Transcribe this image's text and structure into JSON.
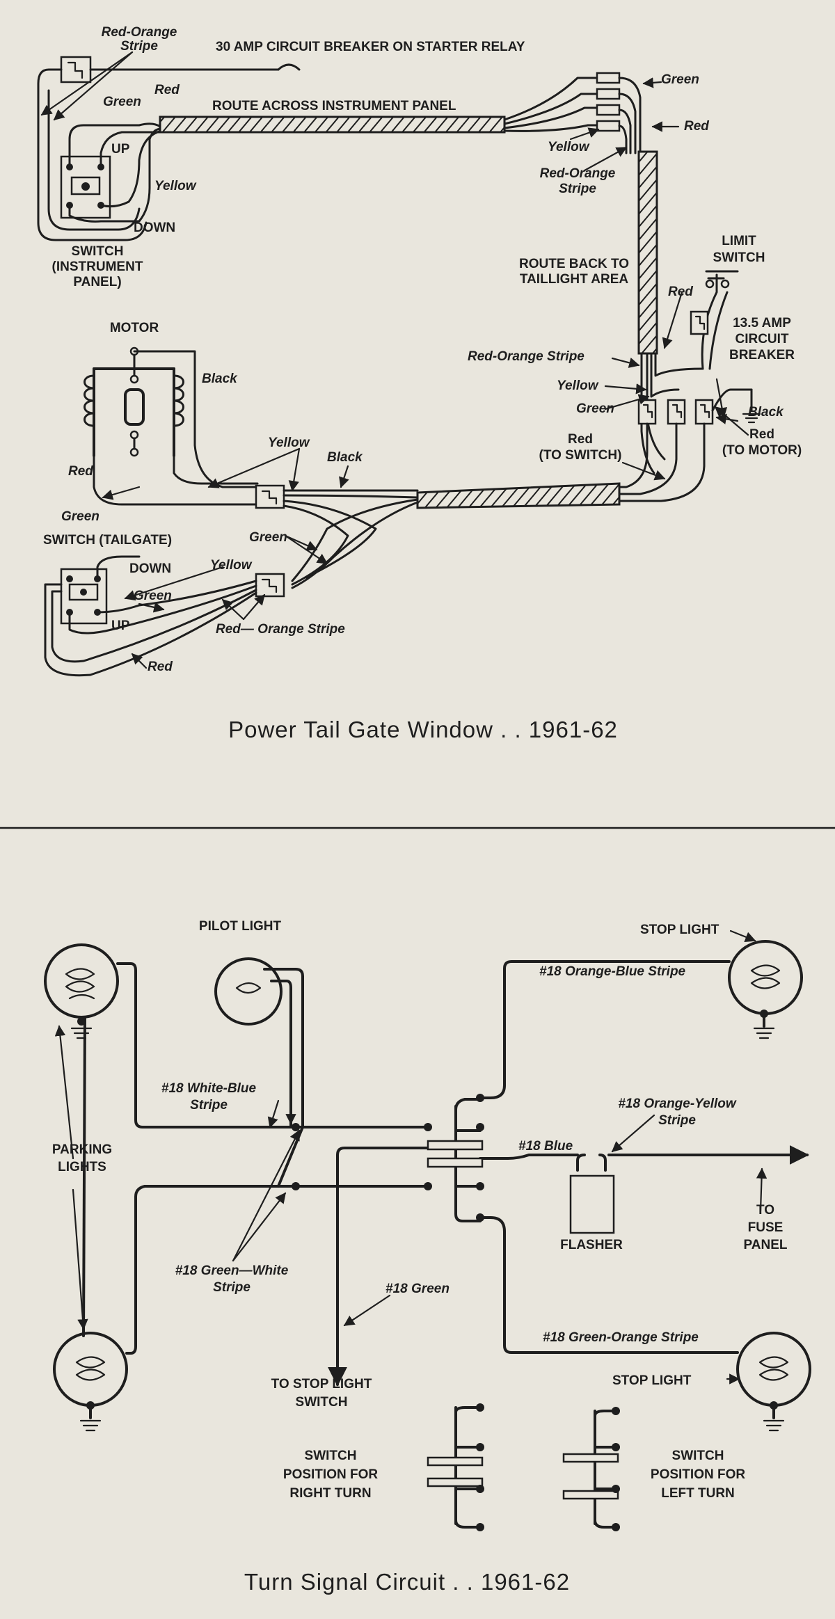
{
  "diagram1": {
    "caption": "Power Tail Gate Window . . 1961-62",
    "labels": {
      "red_orange_stripe_top": "Red-Orange\nStripe",
      "breaker30": "30 AMP CIRCUIT BREAKER ON STARTER RELAY",
      "route_across": "ROUTE ACROSS INSTRUMENT PANEL",
      "green_a": "Green",
      "red_a": "Red",
      "up_a": "UP",
      "yellow_a": "Yellow",
      "down_a": "DOWN",
      "switch_instrument": "SWITCH\n(INSTRUMENT\nPANEL)",
      "green_r": "Green",
      "red_r": "Red",
      "yellow_r": "Yellow",
      "red_orange_r": "Red-Orange\nStripe",
      "route_back": "ROUTE BACK TO\nTAILLIGHT AREA",
      "limit_switch": "LIMIT\nSWITCH",
      "red_mid": "Red",
      "breaker135": "13.5 AMP\nCIRCUIT\nBREAKER",
      "red_orange_mid": "Red-Orange Stripe",
      "yellow_mid": "Yellow",
      "green_mid": "Green",
      "black_mid": "Black",
      "red_to_switch": "Red\n(TO SWITCH)",
      "red_to_motor": "Red\n(TO MOTOR)",
      "motor": "MOTOR",
      "black_motor": "Black",
      "yellow_conn": "Yellow",
      "black_conn": "Black",
      "red_motor": "Red",
      "green_motor": "Green",
      "switch_tailgate": "SWITCH (TAILGATE)",
      "green_conn": "Green",
      "down_b": "DOWN",
      "yellow_b": "Yellow",
      "green_b": "Green",
      "up_b": "UP",
      "red_orange_b": "Red— Orange Stripe",
      "red_b": "Red"
    }
  },
  "diagram2": {
    "caption": "Turn Signal Circuit . . 1961-62",
    "labels": {
      "pilot_light": "PILOT LIGHT",
      "stop_light_top": "STOP LIGHT",
      "orange_blue": "#18 Orange-Blue Stripe",
      "white_blue": "#18 White-Blue\nStripe",
      "parking_lights": "PARKING\nLIGHTS",
      "orange_yellow": "#18 Orange-Yellow\nStripe",
      "blue18": "#18 Blue",
      "flasher": "FLASHER",
      "to_fuse_panel": "TO\nFUSE\nPANEL",
      "green_white": "#18 Green—White\nStripe",
      "green18": "#18 Green",
      "green_orange": "#18 Green-Orange Stripe",
      "to_stop_switch": "TO STOP LIGHT\nSWITCH",
      "stop_light_bottom": "STOP LIGHT",
      "switch_right": "SWITCH\nPOSITION FOR\nRIGHT TURN",
      "switch_left": "SWITCH\nPOSITION FOR\nLEFT TURN"
    }
  }
}
